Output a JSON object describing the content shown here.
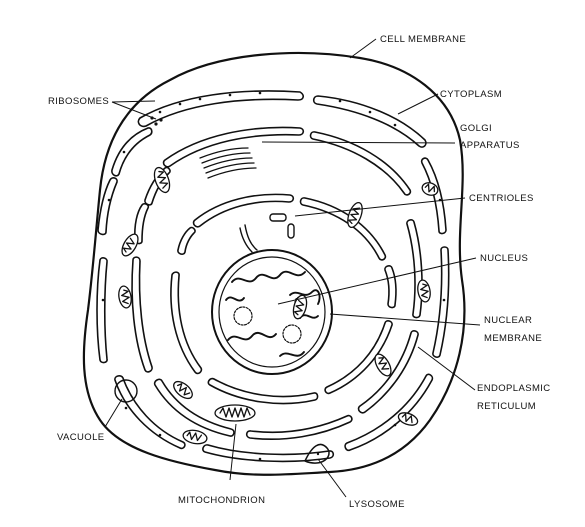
{
  "labels": {
    "cell_membrane": "CELL MEMBRANE",
    "cytoplasm": "CYTOPLASM",
    "ribosomes": "RIBOSOMES",
    "golgi_line1": "GOLGI",
    "golgi_line2": "APPARATUS",
    "centrioles": "CENTRIOLES",
    "nucleus": "NUCLEUS",
    "nuclear_membrane_line1": "NUCLEAR",
    "nuclear_membrane_line2": "MEMBRANE",
    "er_line1": "ENDOPLASMIC",
    "er_line2": "RETICULUM",
    "vacuole": "VACUOLE",
    "mitochondrion": "MITOCHONDRION",
    "lysosome": "LYSOSOME"
  },
  "colors": {
    "ink": "#111111",
    "background": "#ffffff"
  }
}
